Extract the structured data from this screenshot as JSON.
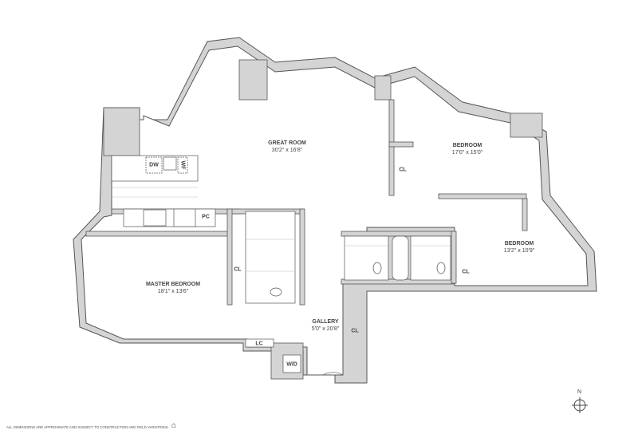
{
  "rooms": [
    {
      "name": "GREAT ROOM",
      "dims": "30'2\" x 16'8\""
    },
    {
      "name": "BEDROOM",
      "dims": "17'0\" x 15'0\""
    },
    {
      "name": "BEDROOM",
      "dims": "13'2\" x 10'9\""
    },
    {
      "name": "MASTER BEDROOM",
      "dims": "18'1\" x 13'6\""
    },
    {
      "name": "GALLERY",
      "dims": "5'0\" x 20'8\""
    }
  ],
  "fixtures": {
    "dw": "DW",
    "wf": "WF",
    "pc": "PC",
    "cl": "CL",
    "lc": "LC",
    "wd": "W/D"
  },
  "compass": "N",
  "disclaimer": "ALL DIMENSIONS ARE APPROXIMATE AND SUBJECT TO CONSTRUCTION AND FIELD VARIATIONS.",
  "logo": "equal-housing-opportunity",
  "colors": {
    "wall": "#d4d4d4",
    "line": "#555555"
  }
}
